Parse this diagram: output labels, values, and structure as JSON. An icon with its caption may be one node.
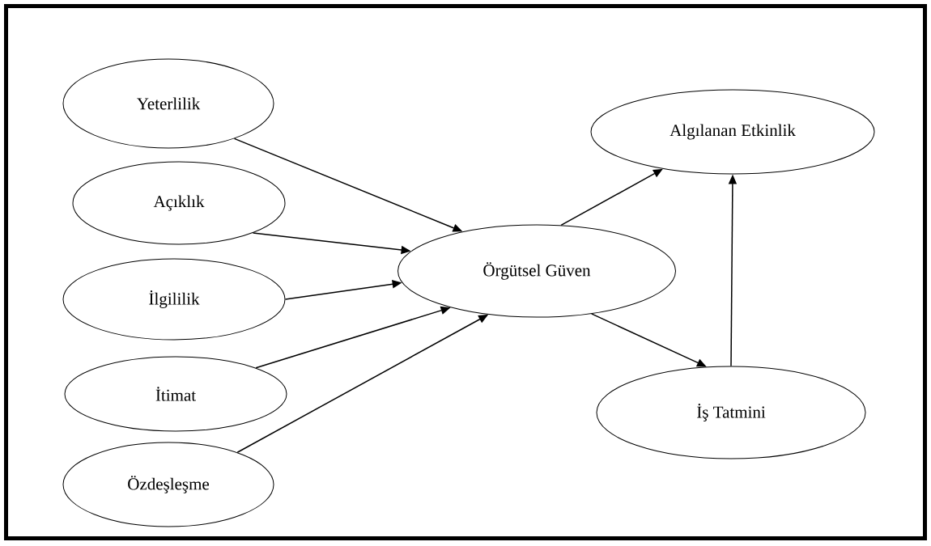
{
  "diagram": {
    "nodes": [
      {
        "text": [
          "Yeterlilik"
        ]
      },
      {
        "text": [
          "Açıklık"
        ]
      },
      {
        "text": [
          "İlgililik"
        ]
      },
      {
        "text": [
          "İtimat"
        ]
      },
      {
        "text": [
          "Özdeşleşme"
        ]
      },
      {
        "text": [
          "Örgütsel Güven"
        ]
      },
      {
        "text": [
          "Algılanan Etkinlik"
        ]
      },
      {
        "text": [
          "İş Tatmini"
        ]
      }
    ],
    "edges": [
      {
        "from": 0,
        "to": 5,
        "arrow": "to"
      },
      {
        "from": 1,
        "to": 5,
        "arrow": "to"
      },
      {
        "from": 2,
        "to": 5,
        "arrow": "to"
      },
      {
        "from": 3,
        "to": 5,
        "arrow": "to"
      },
      {
        "from": 4,
        "to": 5,
        "arrow": "to"
      },
      {
        "from": 5,
        "to": 6,
        "arrow": "to"
      },
      {
        "from": 5,
        "to": 7,
        "arrow": "to"
      },
      {
        "from": 7,
        "to": 6,
        "arrow": "to"
      }
    ]
  }
}
